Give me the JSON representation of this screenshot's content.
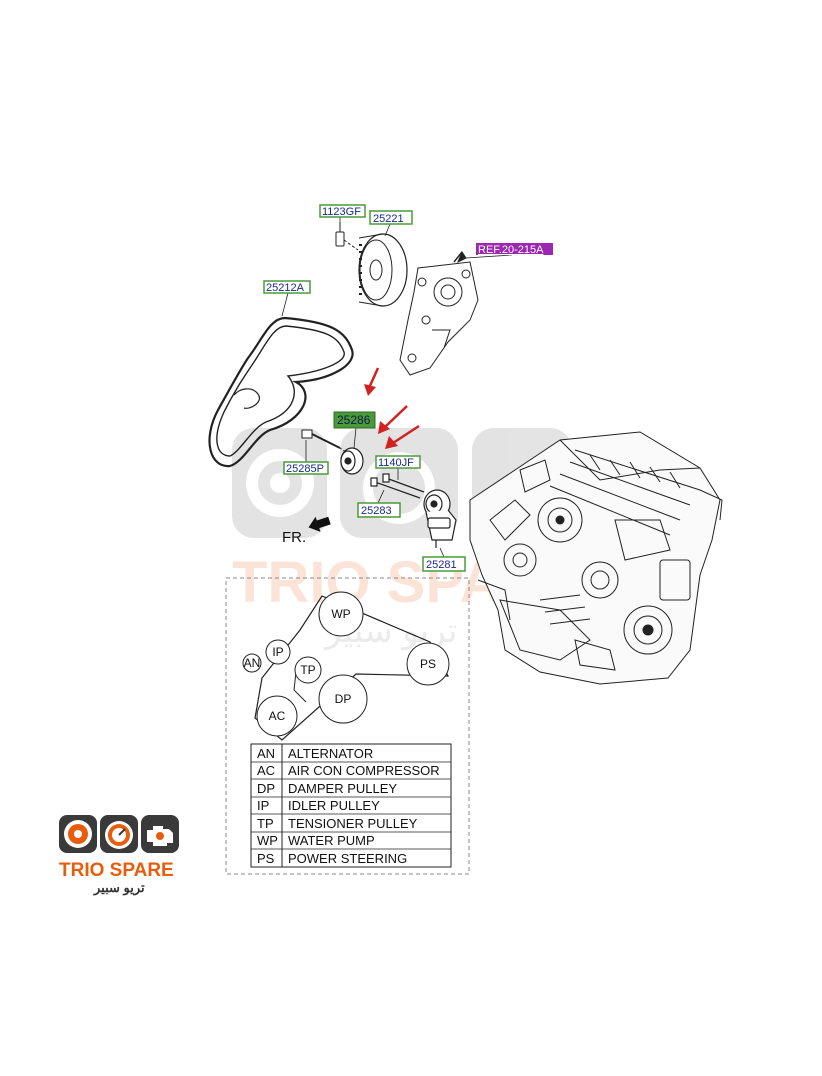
{
  "diagram": {
    "part_callouts": [
      {
        "id": "1123gf",
        "label": "1123GF",
        "style": "plain"
      },
      {
        "id": "25221",
        "label": "25221",
        "style": "plain"
      },
      {
        "id": "ref",
        "label": "REF.20-215A",
        "style": "ref"
      },
      {
        "id": "25212a",
        "label": "25212A",
        "style": "plain"
      },
      {
        "id": "25286",
        "label": "25286",
        "style": "filled"
      },
      {
        "id": "25285p",
        "label": "25285P",
        "style": "plain"
      },
      {
        "id": "1140jf",
        "label": "1140JF",
        "style": "plain"
      },
      {
        "id": "25283",
        "label": "25283",
        "style": "plain"
      },
      {
        "id": "25281",
        "label": "25281",
        "style": "plain"
      }
    ],
    "front_label": "FR.",
    "belt_routing": {
      "pulleys": [
        {
          "code": "WP"
        },
        {
          "code": "IP"
        },
        {
          "code": "AN"
        },
        {
          "code": "TP"
        },
        {
          "code": "PS"
        },
        {
          "code": "DP"
        },
        {
          "code": "AC"
        }
      ]
    },
    "legend": [
      {
        "code": "AN",
        "name": "ALTERNATOR"
      },
      {
        "code": "AC",
        "name": "AIR CON COMPRESSOR"
      },
      {
        "code": "DP",
        "name": "DAMPER PULLEY"
      },
      {
        "code": "IP",
        "name": "IDLER PULLEY"
      },
      {
        "code": "TP",
        "name": "TENSIONER PULLEY"
      },
      {
        "code": "WP",
        "name": "WATER PUMP"
      },
      {
        "code": "PS",
        "name": "POWER STEERING"
      }
    ]
  },
  "branding": {
    "logo_text": "TRIO SPARE",
    "logo_text_arabic": "تريو سبير",
    "watermark_text": "TRIO SPARE",
    "watermark_text_arabic": "تريو سبير",
    "brand_color": "#e85d0c",
    "callout_green": "#4a9a3a",
    "callout_fill_green": "#4a9a3a",
    "ref_purple": "#9c27b0",
    "arrow_red": "#d32020"
  }
}
